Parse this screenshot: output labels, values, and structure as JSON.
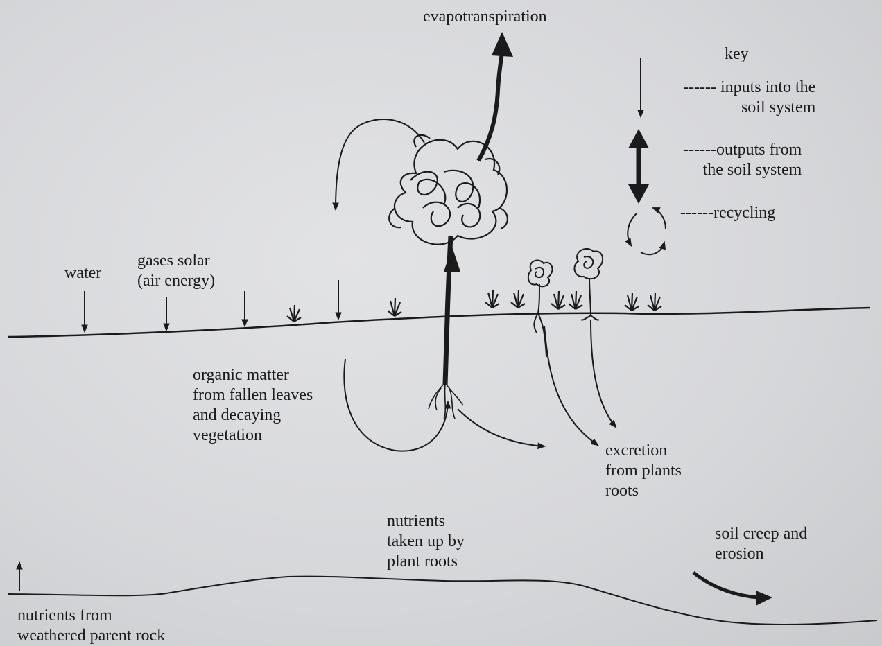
{
  "labels": {
    "evapotranspiration": "evapotranspiration",
    "water": "water",
    "gases": [
      "gases solar",
      "(air energy)"
    ],
    "organic_matter": [
      "organic matter",
      "from fallen leaves",
      "and decaying",
      "vegetation"
    ],
    "excretion": [
      "excretion",
      "from plants",
      "roots"
    ],
    "nutrients_uptake": [
      "nutrients",
      "taken up by",
      "plant roots"
    ],
    "soil_creep": [
      "soil creep and",
      "erosion"
    ],
    "nutrients_rock": [
      "nutrients from",
      "weathered parent rock"
    ]
  },
  "key": {
    "title": "key",
    "inputs": [
      "------ inputs into the",
      "soil system"
    ],
    "outputs": [
      "------outputs from",
      "the soil system"
    ],
    "recycling": "------recycling"
  },
  "colors": {
    "ink": "#1b1b1b",
    "paper": "#dcdde0"
  }
}
